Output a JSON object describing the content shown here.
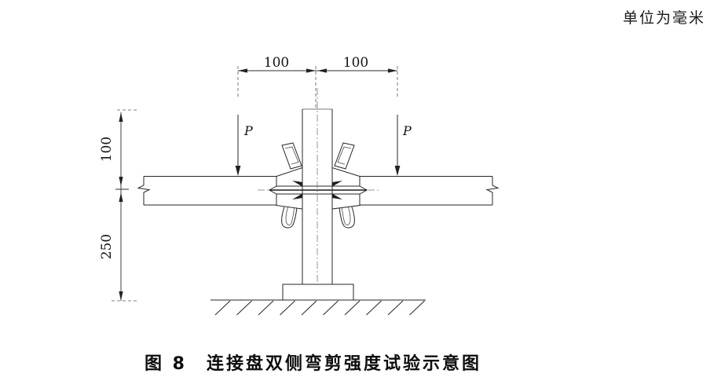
{
  "page": {
    "unit_note": "单位为毫米",
    "caption": "图 8　连接盘双侧弯剪强度试验示意图"
  },
  "drawing": {
    "dim_top_left": "100",
    "dim_top_right": "100",
    "dim_left_upper": "100",
    "dim_left_lower": "250",
    "load_left": "P",
    "load_right": "P"
  },
  "colors": {
    "line": "#262626",
    "text": "#141414",
    "background": "#ffffff"
  }
}
